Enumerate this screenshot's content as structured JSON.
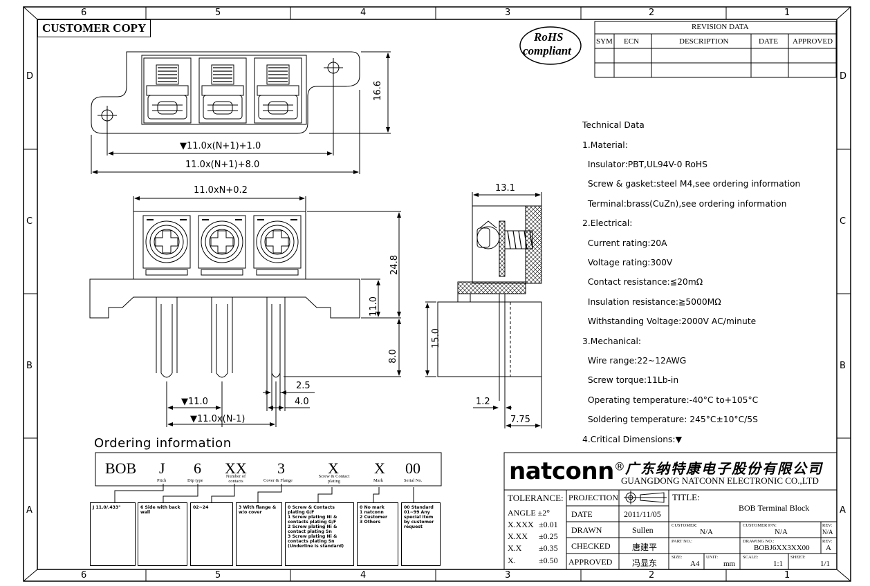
{
  "frame": {
    "columns_top": [
      "6",
      "5",
      "4",
      "3",
      "2",
      "1"
    ],
    "columns_bottom": [
      "6",
      "5",
      "4",
      "3",
      "2",
      "1"
    ],
    "rows_left": [
      "D",
      "C",
      "B",
      "A"
    ],
    "rows_right": [
      "D",
      "C",
      "B",
      "A"
    ]
  },
  "customer_copy": "CUSTOMER COPY",
  "rohs": {
    "line1": "RoHS",
    "line2": "compliant"
  },
  "revision": {
    "title": "REVISION DATA",
    "headers": [
      "SYM",
      "ECN",
      "DESCRIPTION",
      "DATE",
      "APPROVED"
    ]
  },
  "dimensions": {
    "top_height": "16.6",
    "top_inner": "▼11.0x(N+1)+1.0",
    "top_outer": "11.0x(N+1)+8.0",
    "front_width": "11.0xN+0.2",
    "front_height": "24.8",
    "front_body": "11.0",
    "front_pin": "8.0",
    "pin_w": "2.5",
    "pin_gap": "4.0",
    "pitch": "▼11.0",
    "pitch_total": "▼11.0x(N-1)",
    "side_width": "13.1",
    "side_height": "15.0",
    "side_pin": "1.2",
    "side_total": "7.75"
  },
  "technical": {
    "lines": [
      "Technical Data",
      "1.Material:",
      "  Insulator:PBT,UL94V-0 RoHS",
      "  Screw & gasket:steel M4,see ordering information",
      "  Terminal:brass(CuZn),see ordering information",
      "2.Electrical:",
      "  Current rating:20A",
      "  Voltage rating:300V",
      "  Contact resistance:≦20mΩ",
      "  Insulation resistance:≧5000MΩ",
      "  Withstanding Voltage:2000V AC/minute",
      "3.Mechanical:",
      "  Wire range:22~12AWG",
      "  Screw torque:11Lb-in",
      "  Operating temperature:-40°C to+105°C",
      "  Soldering temperature: 245°C±10°C/5S",
      "4.Critical Dimensions:▼"
    ]
  },
  "ordering": {
    "heading": "Ordering information",
    "codes": [
      "BOB",
      "J",
      "6",
      "XX",
      "3",
      "X",
      "X",
      "00"
    ],
    "labels": [
      "",
      "Pitch",
      "Dip type",
      "Number of contacts",
      "Cover & Flange",
      "Screw & Contact plating",
      "Mark",
      "Serial No."
    ],
    "boxes": [
      "J 11.0/.433\"",
      "6 Side with back wall",
      "02~24",
      "3 With flange &\nw/o cover",
      "0 Screw & Contacts\n  plating G/F\n1 Screw plating Ni &\n  contacts plating G/F\n2 Screw plating Ni &\n  contact plating Sn\n3 Screw plating Ni &\n  contacts plating Sn\n(Underline is standard)",
      "0 No mark\n1 natconn\n2 Customer\n3 Others",
      "00 Standard\n01~99 Any\nspecial item\nby customer\nrequest"
    ]
  },
  "titleblock": {
    "brand": "natconn",
    "reg": "®",
    "company_cn": "广东纳特康电子股份有限公司",
    "company_en": "GUANGDONG NATCONN ELECTRONIC CO.,LTD",
    "tolerance_label": "TOLERANCE:",
    "tolerances": [
      {
        "k": "ANGLE ±2°",
        "v": ""
      },
      {
        "k": "X.XXX",
        "v": "±0.01"
      },
      {
        "k": "X.XX",
        "v": "±0.25"
      },
      {
        "k": "X.X",
        "v": "±0.35"
      },
      {
        "k": "X.",
        "v": "±0.50"
      }
    ],
    "projection": "PROJECTION",
    "date_label": "DATE",
    "date": "2011/11/05",
    "drawn_label": "DRAWN",
    "drawn": "Sullen",
    "checked_label": "CHECKED",
    "checked": "唐建平",
    "approved_label": "APPROVED",
    "approved": "冯显东",
    "title_label": "TITLE:",
    "title": "BOB Terminal Block",
    "customer_label": "CUSTOMER:",
    "customer": "N/A",
    "customer_pn_label": "CUSTOMER P/N:",
    "customer_pn": "N/A",
    "rev_label": "REV:",
    "rev1": "N/A",
    "partno_label": "PART NO.:",
    "drawing_no_label": "DRAWING NO.:",
    "drawing_no": "BOBJ6XX3XX00",
    "rev2": "A",
    "size_label": "SIZE:",
    "size": "A4",
    "unit_label": "UNIT:",
    "unit": "mm",
    "scale_label": "SCALE:",
    "scale": "1:1",
    "sheet_label": "SHEET:",
    "sheet": "1/1"
  }
}
